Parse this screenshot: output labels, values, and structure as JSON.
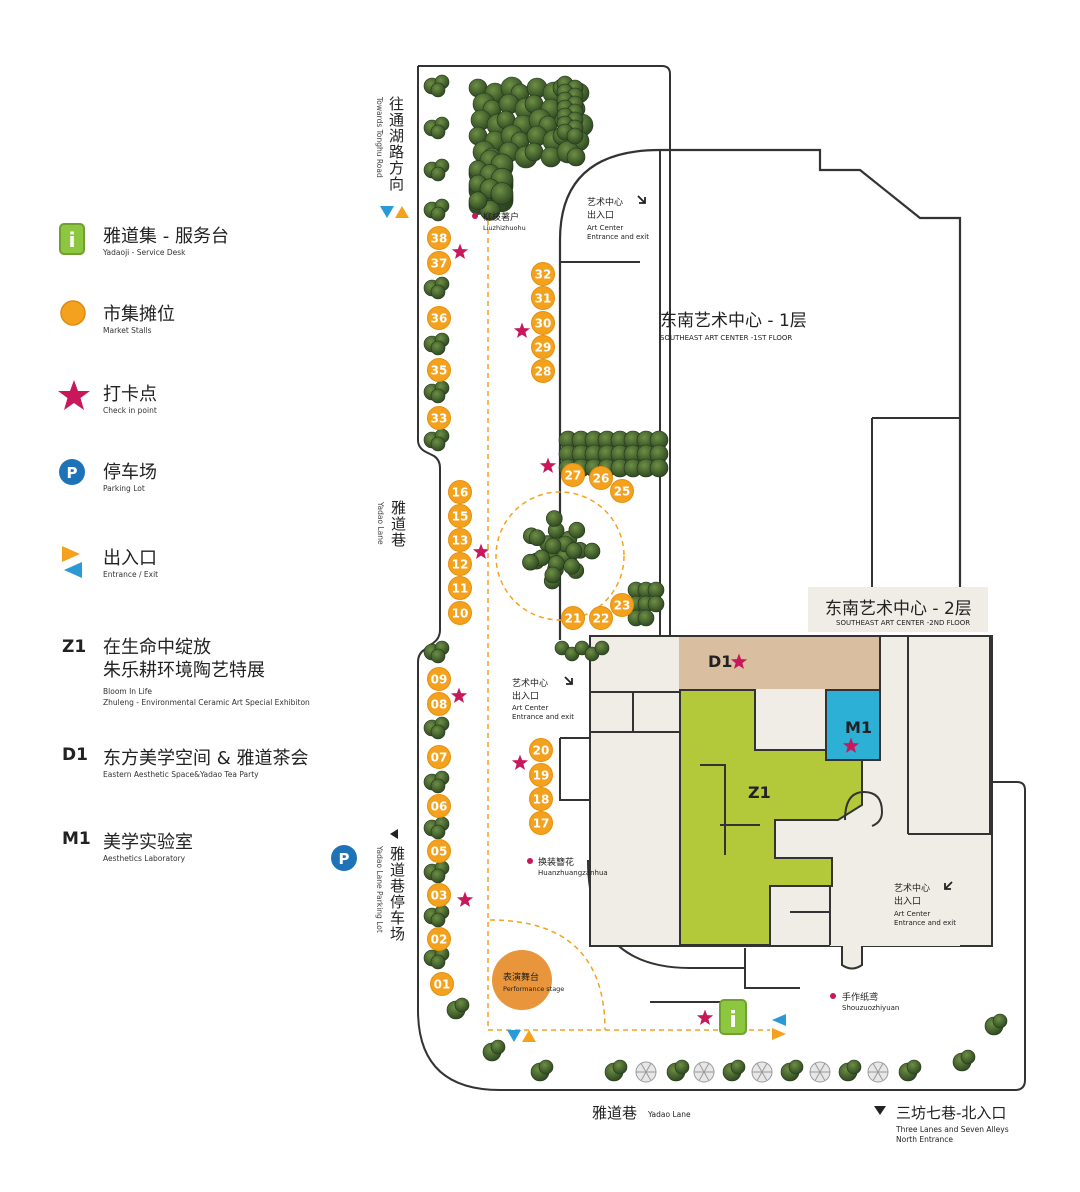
{
  "legend": {
    "service_desk": {
      "zh": "雅道集 - 服务台",
      "en": "Yadaoji - Service Desk",
      "icon": "info-icon"
    },
    "market_stalls": {
      "zh": "市集摊位",
      "en": "Market Stalls",
      "icon": "circle-dot-icon"
    },
    "check_in": {
      "zh": "打卡点",
      "en": "Check in point",
      "icon": "star-icon"
    },
    "parking": {
      "zh": "停车场",
      "en": "Parking Lot",
      "icon": "parking-icon"
    },
    "entrance": {
      "zh": "出入口",
      "en": "Entrance / Exit",
      "icon": "triangle-pair-icon"
    },
    "z1": {
      "code": "Z1",
      "zh1": "在生命中绽放",
      "zh2": "朱乐耕环境陶艺特展",
      "en1": "Bloom In Life",
      "en2": "Zhuleng - Environmental Ceramic Art Special Exhibiton"
    },
    "d1": {
      "code": "D1",
      "zh": "东方美学空间 & 雅道茶会",
      "en": "Eastern Aesthetic Space&Yadao Tea Party"
    },
    "m1": {
      "code": "M1",
      "zh": "美学实验室",
      "en": "Aesthetics Laboratory"
    }
  },
  "map": {
    "tonghu": {
      "zh": "往通湖路方向",
      "en": "Towards Tonghu Road"
    },
    "yadao_lane_v": {
      "zh": "雅道巷",
      "en": "Yadao Lane"
    },
    "parking_lot": {
      "zh": "雅道巷停车场",
      "en": "Yadao Lane Parking Lot"
    },
    "yadao_lane_bottom": {
      "zh": "雅道巷",
      "en": "Yadao Lane"
    },
    "north_entrance": {
      "zh": "三坊七巷-北入口",
      "en1": "Three Lanes and Seven Alleys",
      "en2": "North Entrance"
    },
    "liuzhi": {
      "zh": "柳枝著户",
      "en": "Liuzhizhuohu"
    },
    "art_center_top": {
      "zh1": "艺术中心",
      "zh2": "出入口",
      "en1": "Art Center",
      "en2": "Entrance and exit"
    },
    "art_center_mid": {
      "zh1": "艺术中心",
      "zh2": "出入口",
      "en1": "Art Center",
      "en2": "Entrance and exit"
    },
    "art_center_right": {
      "zh1": "艺术中心",
      "zh2": "出入口",
      "en1": "Art Center",
      "en2": "Entrance and exit"
    },
    "floor1": {
      "zh": "东南艺术中心 - 1层",
      "en": "SOUTHEAST ART CENTER -1ST FLOOR"
    },
    "floor2": {
      "zh": "东南艺术中心 - 2层",
      "en": "SOUTHEAST ART CENTER -2ND FLOOR"
    },
    "huanzhuang": {
      "zh": "换装簪花",
      "en": "Huanzhuangzanhua"
    },
    "shouzuo": {
      "zh": "手作纸鸢",
      "en": "Shouzuozhiyuan"
    },
    "stage": {
      "zh": "表演舞台",
      "en": "Performance stage"
    },
    "zones": {
      "d1": "D1",
      "m1": "M1",
      "z1": "Z1"
    },
    "stalls": [
      "38",
      "37",
      "36",
      "35",
      "33",
      "16",
      "15",
      "13",
      "12",
      "11",
      "10",
      "09",
      "08",
      "07",
      "06",
      "05",
      "03",
      "02",
      "01",
      "32",
      "31",
      "30",
      "29",
      "28",
      "27",
      "26",
      "25",
      "23",
      "22",
      "21",
      "20",
      "19",
      "18",
      "17"
    ],
    "parking_symbol": "P",
    "service_symbol": "i"
  },
  "colors": {
    "orange": "#F4A21E",
    "star": "#C8175A",
    "green_zone": "#B3C93A",
    "tan_zone": "#D9BFA0",
    "blue_zone": "#2DB0D6",
    "building_fill": "#F0EDE6",
    "tree": "#3F5E2C",
    "parking_blue": "#1E73B8",
    "service_green": "#8DC63F",
    "stage": "#E8953B"
  }
}
